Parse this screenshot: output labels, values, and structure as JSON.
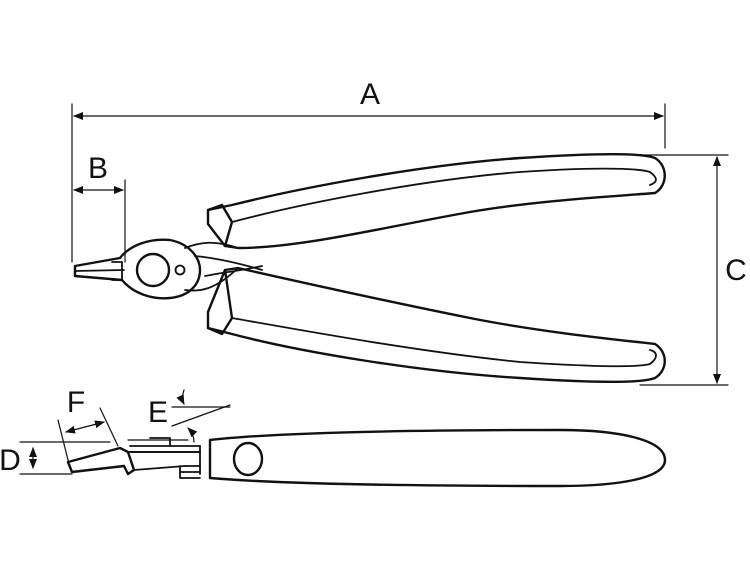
{
  "diagram": {
    "colors": {
      "line": "#111111",
      "background": "#ffffff"
    },
    "labels": {
      "A": "A",
      "B": "B",
      "C": "C",
      "D": "D",
      "E": "E",
      "F": "F"
    }
  }
}
